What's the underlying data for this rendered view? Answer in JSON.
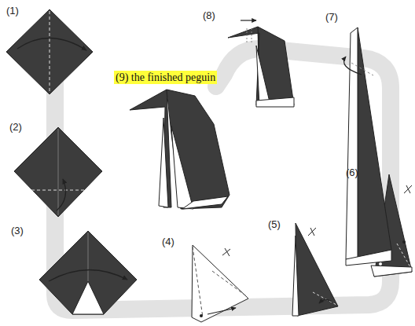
{
  "diagram": {
    "labels": [
      "(1)",
      "(2)",
      "(3)",
      "(4)",
      "(5)",
      "(6)",
      "(7)",
      "(8)",
      "(9) the finished peguin"
    ]
  }
}
